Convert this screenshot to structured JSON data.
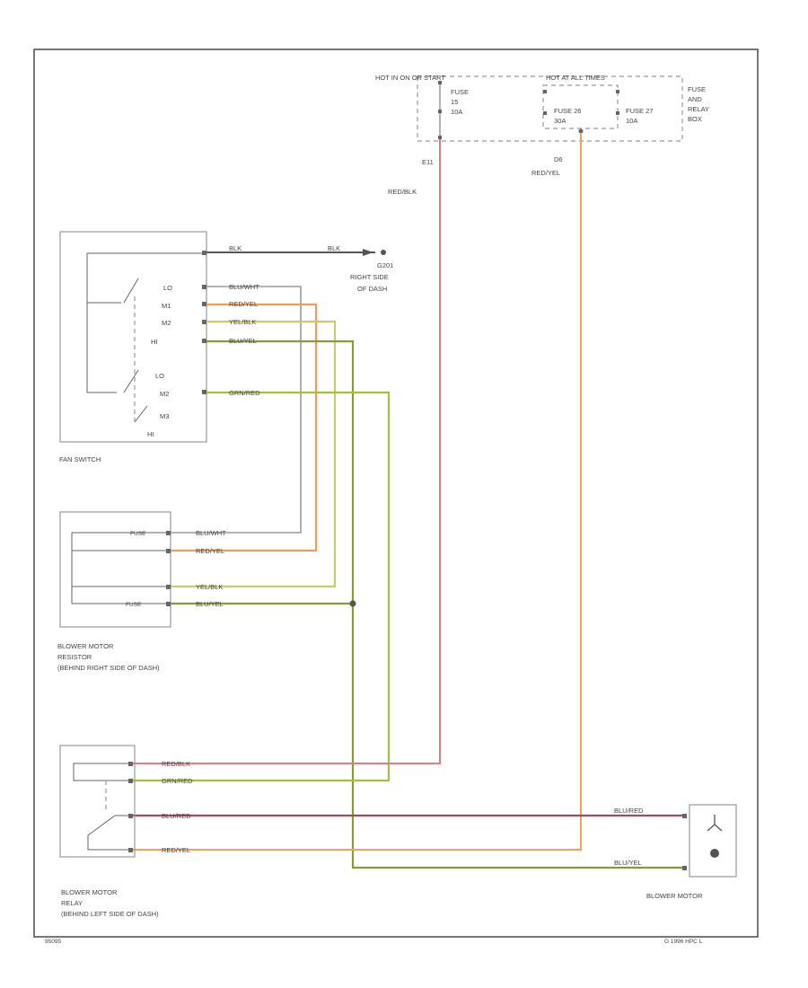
{
  "diagram": {
    "fuse_box": {
      "hot_run_start": "HOT IN ON OR START",
      "hot_at_all_times": "HOT AT ALL TIMES",
      "fuse15_label": "FUSE",
      "fuse15_num": "15",
      "fuse15_amp": "10A",
      "fuse26": "FUSE 26",
      "fuse26_amp": "30A",
      "fuse27": "FUSE 27",
      "fuse27_amp": "10A",
      "box_label_1": "FUSE",
      "box_label_2": "AND",
      "box_label_3": "RELAY",
      "box_label_4": "BOX"
    },
    "circuits": {
      "e11": "E11",
      "d6": "D6",
      "red_blk": "RED/BLK",
      "red_yel": "RED/YEL"
    },
    "ground": {
      "wire": "BLK",
      "g_num": "G201",
      "loc1": "RIGHT SIDE",
      "loc2": "OF DASH"
    },
    "fan_switch": {
      "title": "FAN SWITCH",
      "lo": "LO",
      "m1": "M1",
      "m2": "M2",
      "hi": "HI",
      "lo2": "LO",
      "m2b": "M2",
      "m3": "M3",
      "hi2": "HI",
      "w_blk": "BLK",
      "w_blu_wht": "BLU/WHT",
      "w_red_yel": "RED/YEL",
      "w_yel_blk": "YEL/BLK",
      "w_blu_yel": "BLU/YEL",
      "w_grn_red": "GRN/RED"
    },
    "resistor": {
      "t1": "BLOWER MOTOR",
      "t2": "RESISTOR",
      "t3": "(BEHIND RIGHT SIDE OF DASH)",
      "fuse_a": "FUSE",
      "fuse_b": "FUSE",
      "w_blu_wht": "BLU/WHT",
      "w_red_yel": "RED/YEL",
      "w_yel_blk": "YEL/BLK",
      "w_blu_yel": "BLU/YEL"
    },
    "relay": {
      "t1": "BLOWER MOTOR",
      "t2": "RELAY",
      "t3": "(BEHIND LEFT SIDE OF DASH)",
      "w_red_blk": "RED/BLK",
      "w_grn_red": "GRN/RED",
      "w_blu_red": "BLU/RED",
      "w_red_yel": "RED/YEL"
    },
    "motor": {
      "title": "BLOWER MOTOR",
      "w_blu_red": "BLU/RED",
      "w_blu_yel": "BLU/YEL"
    },
    "footer": {
      "left": "95095",
      "right": "G 1996 HPC L"
    }
  },
  "colors": {
    "red_blk": "#e47a86",
    "red_yel": "#f29a58",
    "yel_blk": "#c8cc66",
    "blu_yel": "#8a9a3a",
    "grn_red": "#a3bf44",
    "blu_red": "#a04a6a",
    "blu_wht": "#9a9a9a",
    "blk": "#555555",
    "orange_feed": "#f6a05a"
  }
}
